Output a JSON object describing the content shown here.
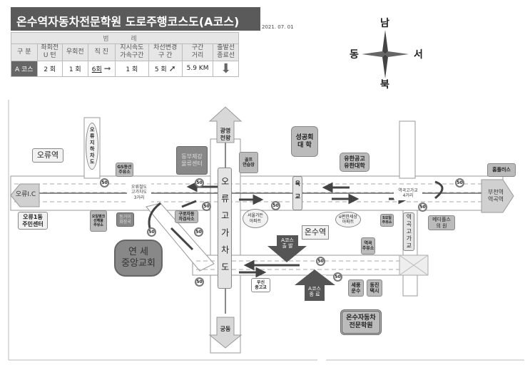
{
  "header": {
    "title": "온수역자동차전문학원 도로주행코스도(A코스)",
    "date": "2021. 07. 01"
  },
  "legend": {
    "caption": "범 례",
    "columns": [
      "구 분",
      "좌회전\nU 턴",
      "우회전",
      "직 진",
      "지시속도\n가속구간",
      "차선변경\n구 간",
      "구간\n거리",
      "출발선\n종료선"
    ],
    "row": {
      "course": "A 코스",
      "u_turn": "2 회",
      "right_turn": "1 회",
      "straight": "6회",
      "speed_zone": "1 회",
      "lane_change": "5 회",
      "distance": "5.9 KM"
    }
  },
  "compass": {
    "north_top": "남",
    "left": "동",
    "right": "서",
    "bottom": "북"
  },
  "places": {
    "oryu_station": "오류역",
    "oryu_ic": "오류I.C",
    "oryu1_center": "오류1동\n주민센터",
    "oryu_underpass": "오류지하차도",
    "gs_station": "GS동선\n주유소",
    "dongbu": "동부제강\n물류센터",
    "golf": "골프\n연습장",
    "rail_overpass_junction": "오류철도\n고가차도\n3거리",
    "guro_inspection": "구로자동\n차검사소",
    "oilbank": "오일뱅크\n선해물\n주유소",
    "dongeo": "동거이\n화장국",
    "yonsei_church": "연 세\n중앙교회",
    "seoul_garden": "서울가든\n아파트",
    "oryu_overpass": "오류고가차도",
    "gwangmyeong": "광명\n천왕",
    "gungdong": "궁동",
    "sunggonghoe": "성공회\n대 학",
    "yuhan": "유한공고\n유한대학",
    "footbridge": "육교",
    "onsu_station": "온수역",
    "start": "A코스\n출 발",
    "end": "A코스\n종 료",
    "e_apartment": "e편한세상\n아파트",
    "s_oil": "S오일\n주유소",
    "yeokgok_junction": "역곡고가교\n4거리",
    "yeokgok_overpass": "역곡고가교",
    "medi": "메디플스\n의 원",
    "homeplus": "홈플러스",
    "bucheon": "부천역\n역곡역",
    "yeokgok_gas": "역곡\n주유소",
    "sepung": "세풍\n운수",
    "dongjin": "동진\n택시",
    "woosin": "우신\n중고교",
    "academy": "온수자동차\n전문학원"
  },
  "speed_limit": "50"
}
